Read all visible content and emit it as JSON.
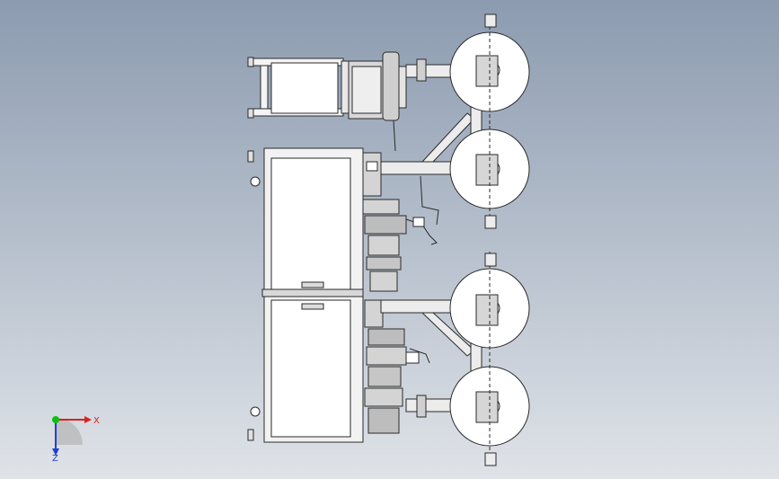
{
  "viewport": {
    "background_top": "#8c9bb0",
    "background_bottom": "#dfe3e8",
    "edge_color": "#2a2a2a",
    "face_color": "#ffffff",
    "shade_color": "#c8c8c8"
  },
  "model": {
    "components": [
      {
        "name": "upper-frame"
      },
      {
        "name": "spool-drum"
      },
      {
        "name": "control-cabinet-top"
      },
      {
        "name": "control-cabinet-bottom"
      },
      {
        "name": "reel-top-1"
      },
      {
        "name": "reel-top-2"
      },
      {
        "name": "reel-bottom-1"
      },
      {
        "name": "reel-bottom-2"
      },
      {
        "name": "mechanism-column"
      }
    ]
  },
  "triad": {
    "x_label": "X",
    "z_label": "Z",
    "x_color": "#e02020",
    "y_color": "#10c010",
    "z_color": "#2040d0"
  }
}
